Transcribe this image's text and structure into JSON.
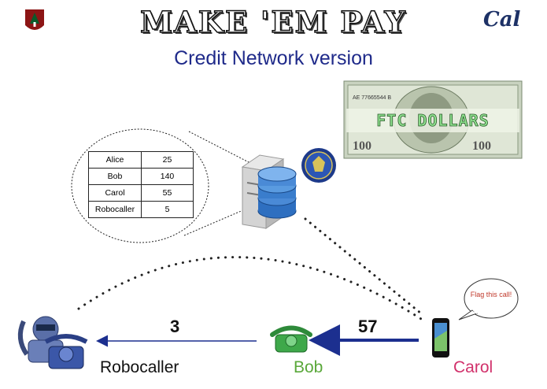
{
  "title": "MAKE 'EM PAY",
  "subtitle": "Credit Network version",
  "banknote": {
    "label": "FTC DOLLARS"
  },
  "ledger": [
    {
      "name": "Alice",
      "balance": "25"
    },
    {
      "name": "Bob",
      "balance": "140"
    },
    {
      "name": "Carol",
      "balance": "55"
    },
    {
      "name": "Robocaller",
      "balance": "5"
    }
  ],
  "nodes": {
    "robocaller": "Robocaller",
    "bob": "Bob",
    "carol": "Carol"
  },
  "edges": {
    "bob_to_robocaller": "3",
    "carol_to_bob": "57"
  },
  "speech_bubble": "Flag this call!",
  "colors": {
    "subtitle": "#1f2a8a",
    "bob": "#5aa83a",
    "carol": "#d1316b",
    "arrows": "#1c2f8f"
  }
}
